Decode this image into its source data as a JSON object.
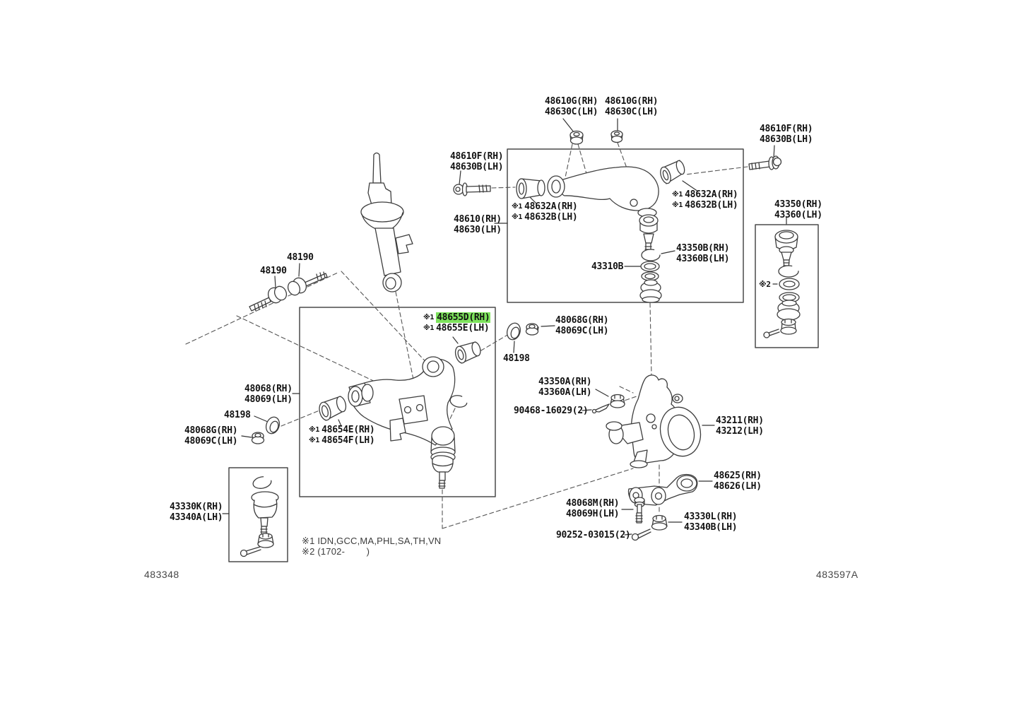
{
  "diagram": {
    "description": "Toyota front suspension exploded parts diagram",
    "highlight_color": "#7de35c",
    "drawing_number_left": "483348",
    "drawing_number_right": "483597A",
    "notes": {
      "note1": "※1 IDN,GCC,MA,PHL,SA,TH,VN",
      "note2": "※2 (1702-        )"
    },
    "labels": {
      "g48610g_a": "48610G(RH)\n48630C(LH)",
      "g48610g_b": "48610G(RH)\n48630C(LH)",
      "f48610f_right": "48610F(RH)\n48630B(LH)",
      "f48610f_left": "48610F(RH)\n48630B(LH)",
      "a48610": "48610(RH)\n48630(LH)",
      "b43350": "43350(RH)\n43360(LH)",
      "b43350b": "43350B(RH)\n43360B(LH)",
      "b43310b": "43310B",
      "k48190_a": "48190",
      "k48190_b": "48190",
      "n48068g_right": "48068G(RH)\n48069C(LH)",
      "w48198_right": "48198",
      "a48068": "48068(RH)\n48069(LH)",
      "w48198_left": "48198",
      "n48068g_left": "48068G(RH)\n48069C(LH)",
      "a43350a": "43350A(RH)\n43360A(LH)",
      "p90468": "90468-16029(2)",
      "k43211": "43211(RH)\n43212(LH)",
      "a48625": "48625(RH)\n48626(LH)",
      "b48068m": "48068M(RH)\n48069H(LH)",
      "n43330l": "43330L(RH)\n43340B(LH)",
      "p90252": "90252-03015(2)",
      "b43330k": "43330K(RH)\n43340A(LH)",
      "star2": "※2"
    },
    "prefixed_labels": {
      "l48632_left": {
        "prefix": "※1",
        "line1": "48632A(RH)",
        "line2": "48632B(LH)"
      },
      "l48632_right": {
        "prefix": "※1",
        "line1": "48632A(RH)",
        "line2": "48632B(LH)"
      },
      "l48654": {
        "prefix": "※1",
        "line1": "48654E(RH)",
        "line2": "48654F(LH)"
      },
      "l48655": {
        "prefix": "※1",
        "line1": "48655D(RH)",
        "line2": "48655E(LH)",
        "highlighted": "48655D(RH)"
      }
    }
  }
}
